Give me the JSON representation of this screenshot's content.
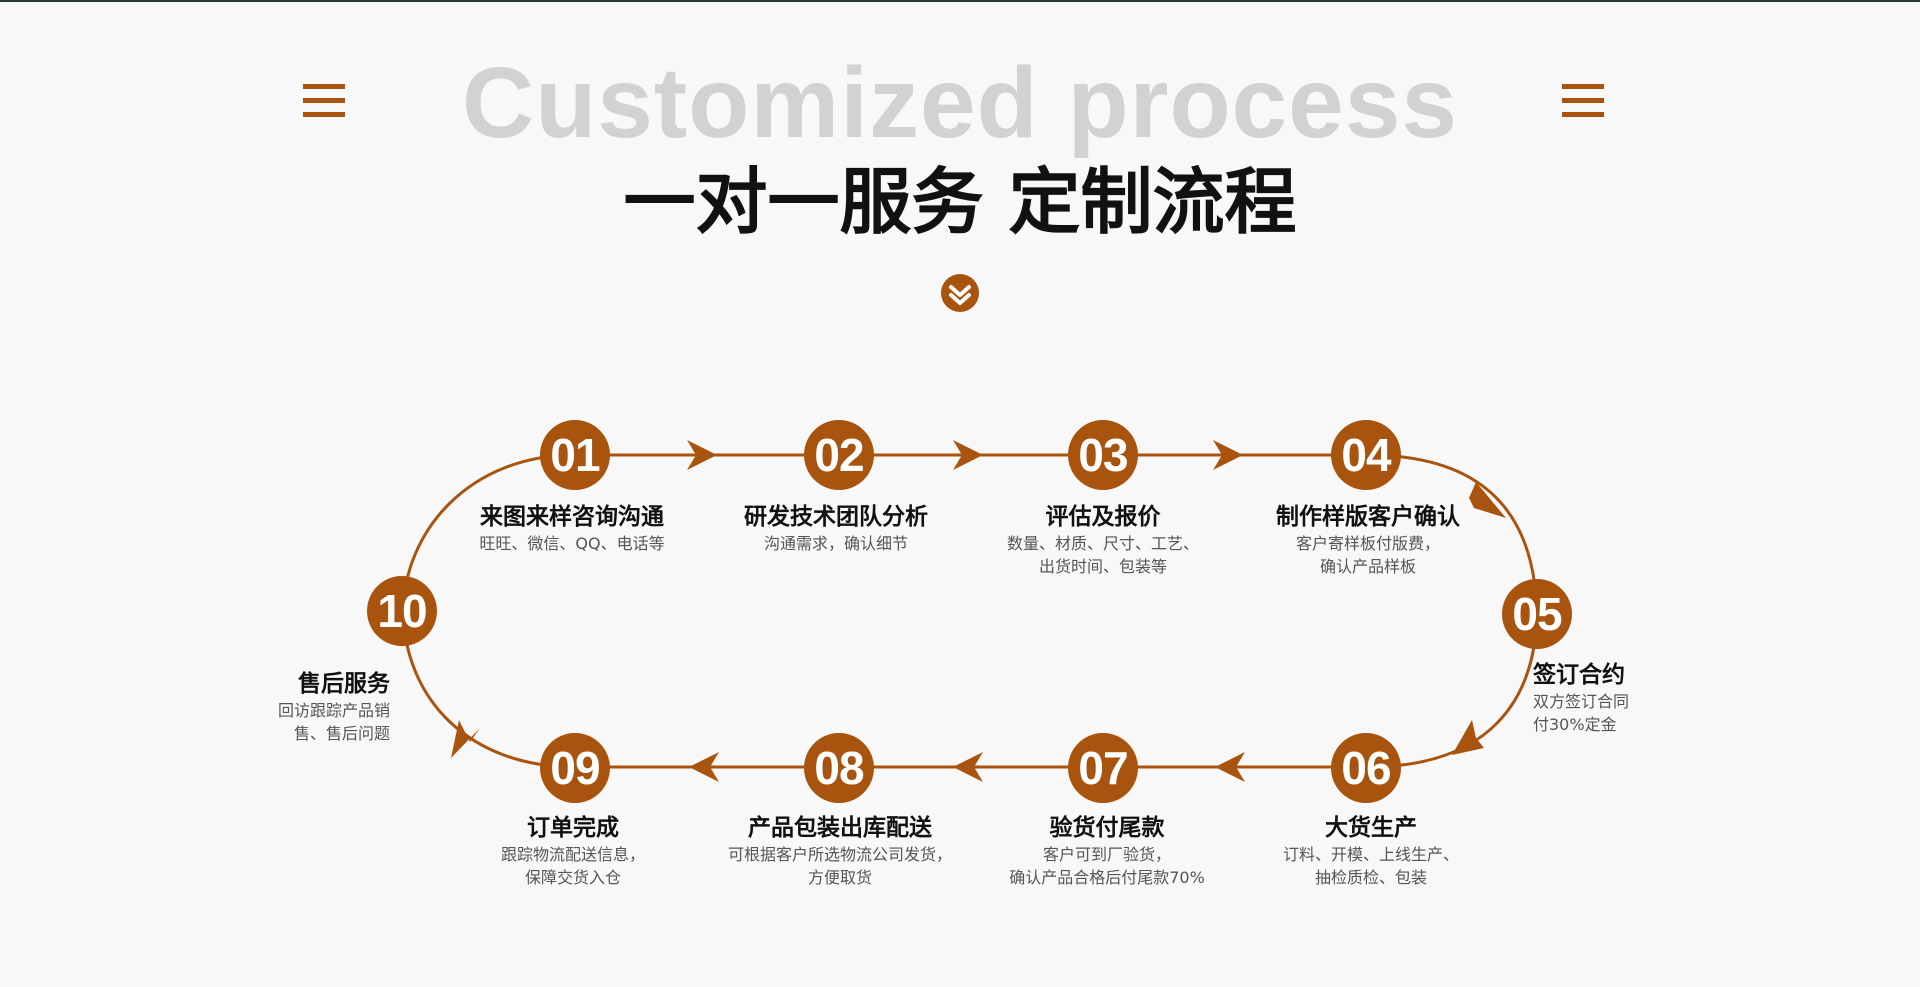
{
  "header": {
    "title_en": "Customized process",
    "title_zh": "一对一服务 定制流程"
  },
  "icons": {
    "left": "menu-icon",
    "right": "menu-icon",
    "center": "chevron-down-icon"
  },
  "colors": {
    "accent": "#a8540e",
    "title_en": "#d2d2d2",
    "title_zh": "#111111",
    "background": "#f8f8f8"
  },
  "steps": [
    {
      "num": "01",
      "title": "来图来样咨询沟通",
      "desc": [
        "旺旺、微信、QQ、电话等"
      ]
    },
    {
      "num": "02",
      "title": "研发技术团队分析",
      "desc": [
        "沟通需求，确认细节"
      ]
    },
    {
      "num": "03",
      "title": "评估及报价",
      "desc": [
        "数量、材质、尺寸、工艺、",
        "出货时间、包装等"
      ]
    },
    {
      "num": "04",
      "title": "制作样版客户确认",
      "desc": [
        "客户寄样板付版费，",
        "确认产品样板"
      ]
    },
    {
      "num": "05",
      "title": "签订合约",
      "desc": [
        "双方签订合同",
        "付30%定金"
      ]
    },
    {
      "num": "06",
      "title": "大货生产",
      "desc": [
        "订料、开模、上线生产、",
        "抽检质检、包装"
      ]
    },
    {
      "num": "07",
      "title": "验货付尾款",
      "desc": [
        "客户可到厂验货，",
        "确认产品合格后付尾款70%"
      ]
    },
    {
      "num": "08",
      "title": "产品包装出库配送",
      "desc": [
        "可根据客户所选物流公司发货，",
        "方便取货"
      ]
    },
    {
      "num": "09",
      "title": "订单完成",
      "desc": [
        "跟踪物流配送信息，",
        "保障交货入仓"
      ]
    },
    {
      "num": "10",
      "title": "售后服务",
      "desc": [
        "回访跟踪产品销",
        "售、售后问题"
      ]
    }
  ]
}
